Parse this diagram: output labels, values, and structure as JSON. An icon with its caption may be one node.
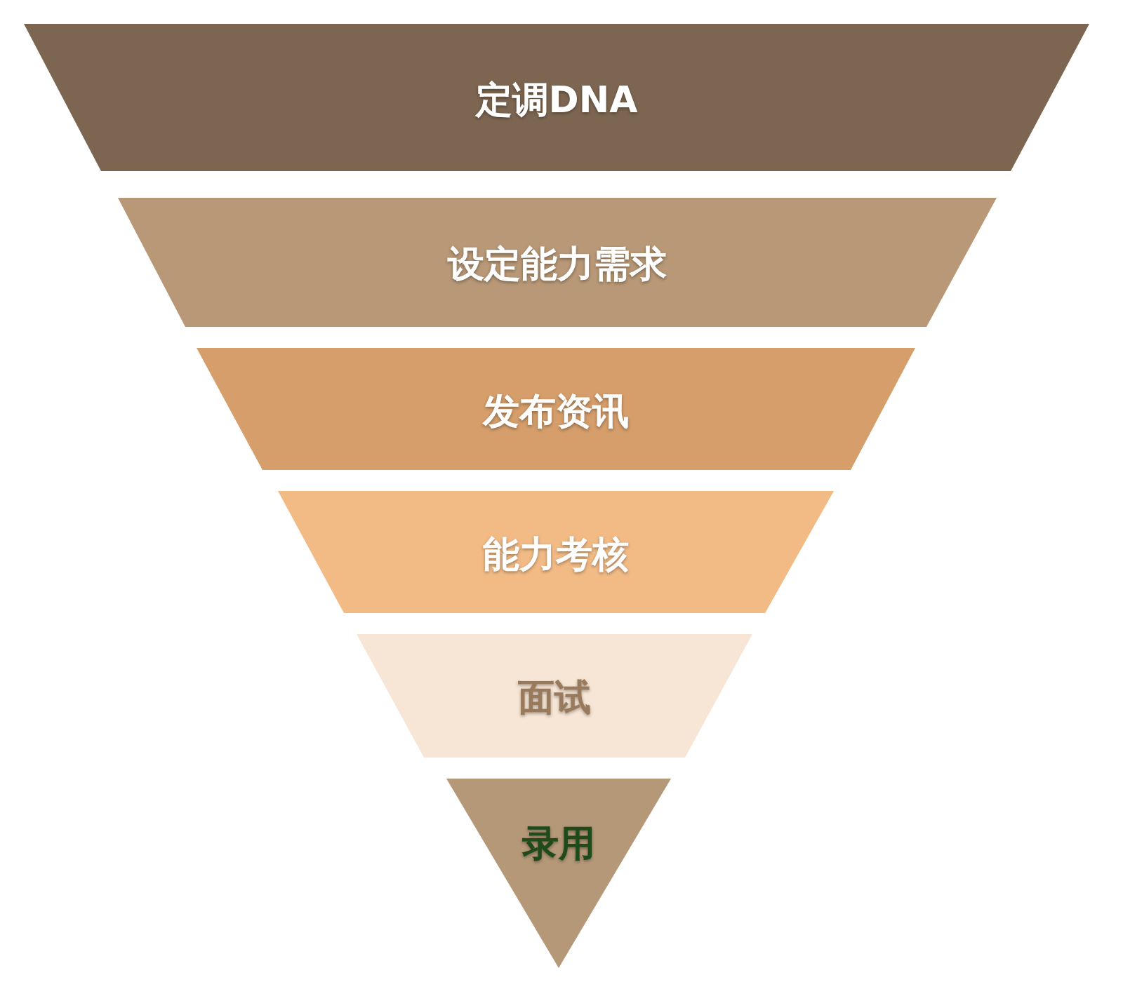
{
  "diagram": {
    "nodes": [
      {
        "text": [
          "定调DNA"
        ]
      },
      {
        "text": [
          "设定能力需求"
        ]
      },
      {
        "text": [
          "发布资讯"
        ]
      },
      {
        "text": [
          "能力考核"
        ]
      },
      {
        "text": [
          "面试"
        ]
      },
      {
        "text": [
          "录用"
        ]
      }
    ]
  }
}
